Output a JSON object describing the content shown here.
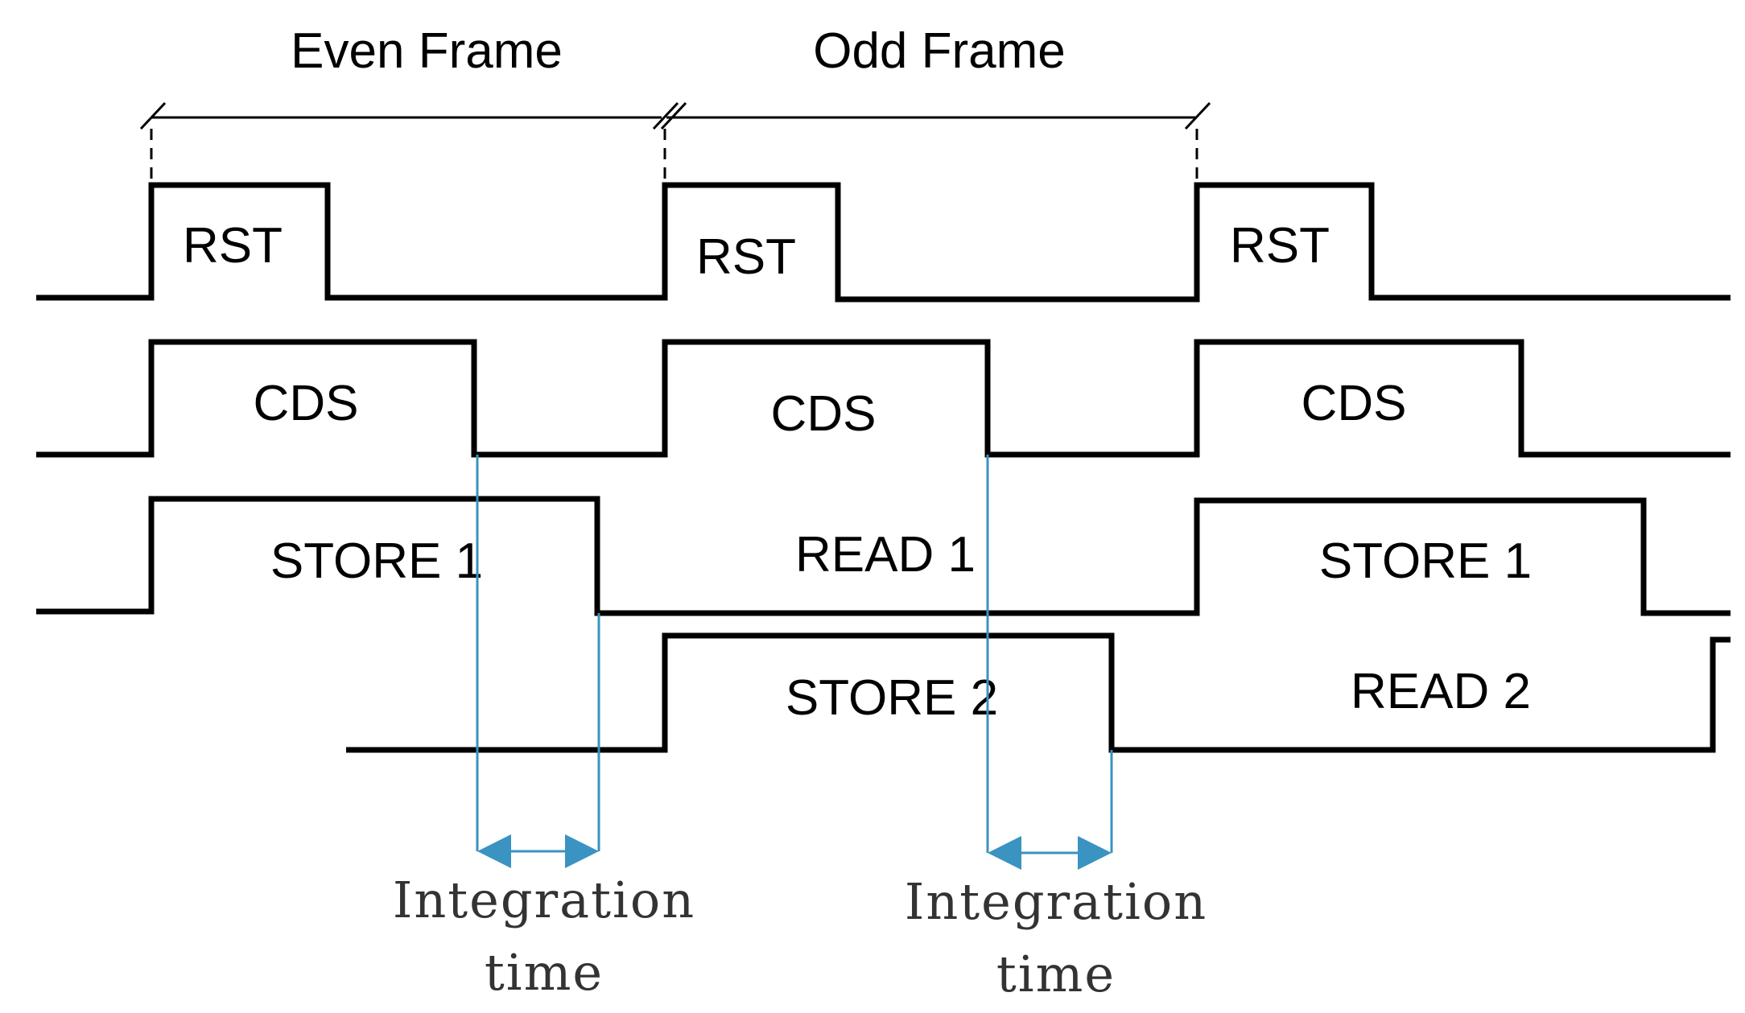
{
  "frames": {
    "even_label": "Even Frame",
    "odd_label": "Odd Frame"
  },
  "signals": {
    "rst": [
      "RST",
      "RST",
      "RST"
    ],
    "cds": [
      "CDS",
      "CDS",
      "CDS"
    ],
    "store1": [
      "STORE 1",
      "READ 1",
      "STORE 1"
    ],
    "store2": [
      "STORE 2",
      "READ 2"
    ]
  },
  "integration": {
    "first": {
      "line1": "Integration",
      "line2": "time"
    },
    "second": {
      "line1": "Integration",
      "line2": "time"
    }
  },
  "colors": {
    "waveform": "#000000",
    "integration_marker": "#3a93c0",
    "integration_text": "#333333"
  }
}
